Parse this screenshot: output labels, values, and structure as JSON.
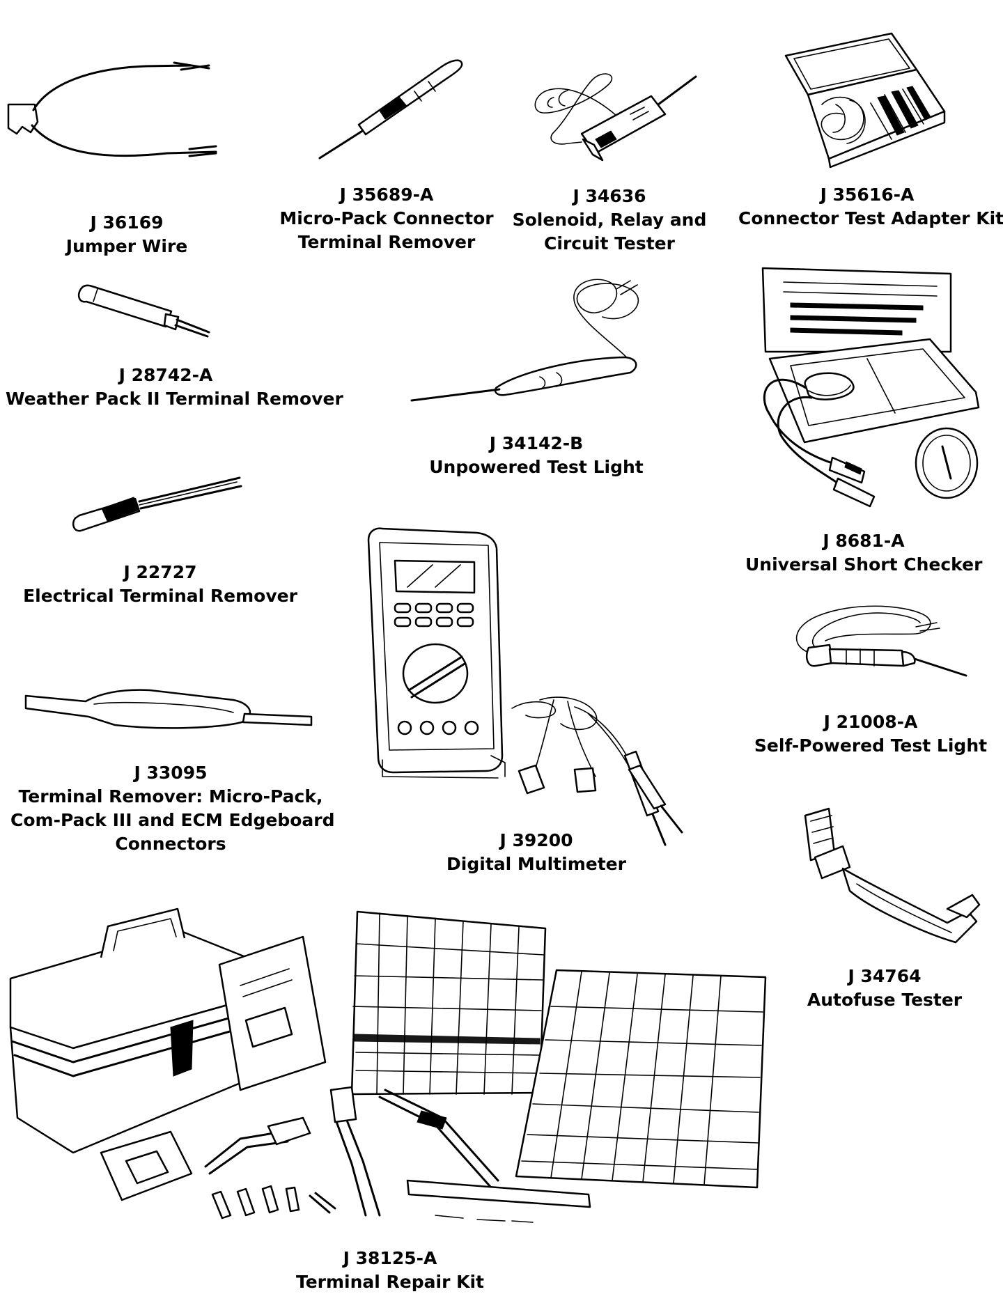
{
  "tools": [
    {
      "id": "jumper-wire",
      "part": "J 36169",
      "name_lines": [
        "Jumper Wire"
      ]
    },
    {
      "id": "micro-pack-remover",
      "part": "J 35689-A",
      "name_lines": [
        "Micro-Pack Connector",
        "Terminal Remover"
      ]
    },
    {
      "id": "circuit-tester",
      "part": "J 34636",
      "name_lines": [
        "Solenoid, Relay and",
        "Circuit Tester"
      ]
    },
    {
      "id": "connector-adapter-kit",
      "part": "J 35616-A",
      "name_lines": [
        "Connector Test Adapter Kit"
      ]
    },
    {
      "id": "weather-pack-remover",
      "part": "J 28742-A",
      "name_lines": [
        "Weather Pack II Terminal Remover"
      ]
    },
    {
      "id": "unpowered-test-light",
      "part": "J 34142-B",
      "name_lines": [
        "Unpowered Test Light"
      ]
    },
    {
      "id": "short-checker",
      "part": "J 8681-A",
      "name_lines": [
        "Universal Short Checker"
      ]
    },
    {
      "id": "electrical-terminal-remover",
      "part": "J 22727",
      "name_lines": [
        "Electrical Terminal Remover"
      ]
    },
    {
      "id": "self-powered-test-light",
      "part": "J 21008-A",
      "name_lines": [
        "Self-Powered Test Light"
      ]
    },
    {
      "id": "edgeboard-terminal-remover",
      "part": "J 33095",
      "name_lines": [
        "Terminal Remover:  Micro-Pack,",
        "Com-Pack III and ECM Edgeboard",
        "Connectors"
      ]
    },
    {
      "id": "digital-multimeter",
      "part": "J 39200",
      "name_lines": [
        "Digital Multimeter"
      ]
    },
    {
      "id": "autofuse-tester",
      "part": "J 34764",
      "name_lines": [
        "Autofuse Tester"
      ]
    },
    {
      "id": "terminal-repair-kit",
      "part": "J 38125-A",
      "name_lines": [
        "Terminal Repair Kit"
      ]
    }
  ]
}
